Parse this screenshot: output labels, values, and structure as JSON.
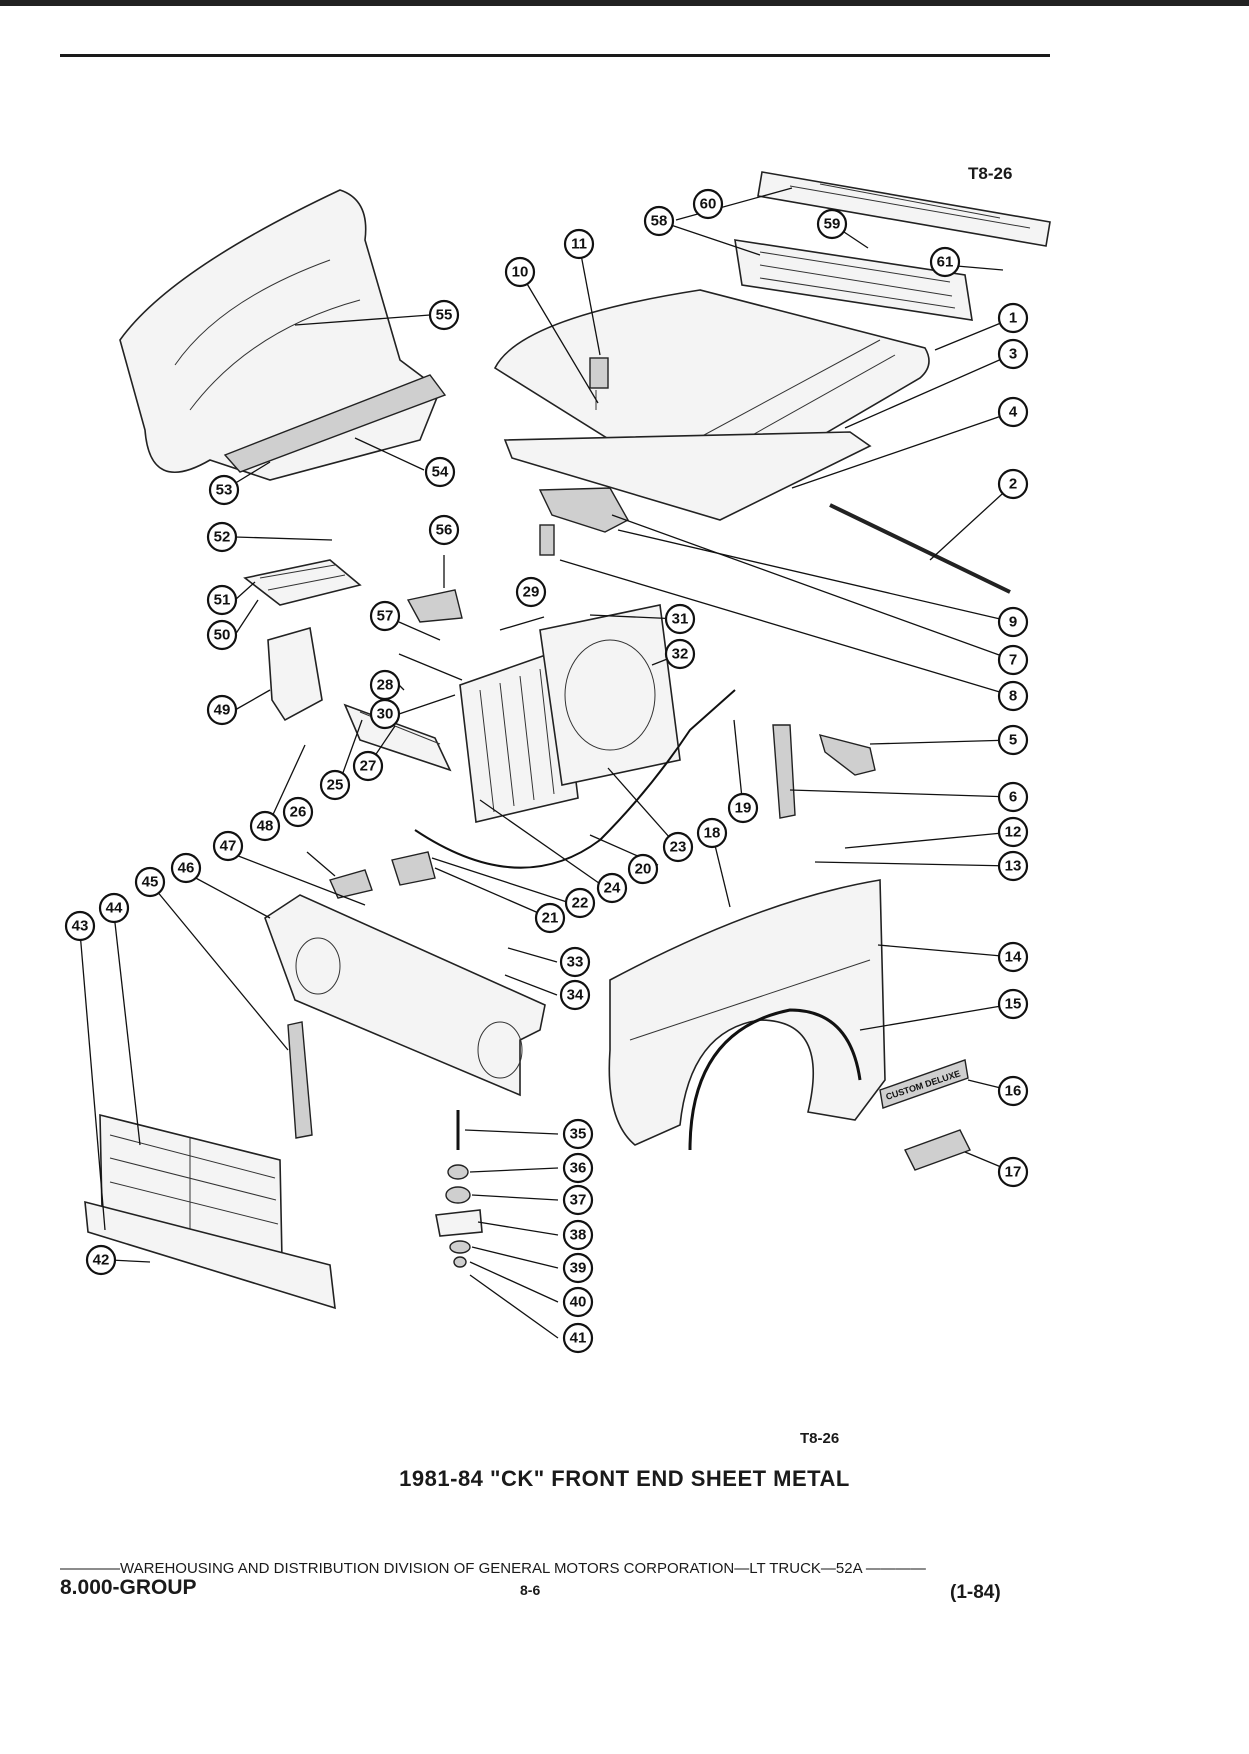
{
  "figure": {
    "code_top": "T8-26",
    "code_bottom": "T8-26",
    "caption": "1981-84 \"CK\" FRONT END SHEET METAL",
    "callouts": [
      "1",
      "2",
      "3",
      "4",
      "5",
      "6",
      "7",
      "8",
      "9",
      "10",
      "11",
      "12",
      "13",
      "14",
      "15",
      "16",
      "17",
      "18",
      "19",
      "20",
      "21",
      "22",
      "23",
      "24",
      "25",
      "26",
      "27",
      "28",
      "29",
      "30",
      "31",
      "32",
      "33",
      "34",
      "35",
      "36",
      "37",
      "38",
      "39",
      "40",
      "41",
      "42",
      "43",
      "44",
      "45",
      "46",
      "47",
      "48",
      "49",
      "50",
      "51",
      "52",
      "53",
      "54",
      "55",
      "56",
      "57",
      "58",
      "59",
      "60",
      "61"
    ],
    "emblem_text": "CUSTOM DELUXE"
  },
  "footer": {
    "publisher_line": "————WAREHOUSING AND DISTRIBUTION DIVISION OF GENERAL MOTORS CORPORATION—LT TRUCK—52A ————",
    "group": "8.000-GROUP",
    "page": "8-6",
    "revision": "(1-84)"
  }
}
